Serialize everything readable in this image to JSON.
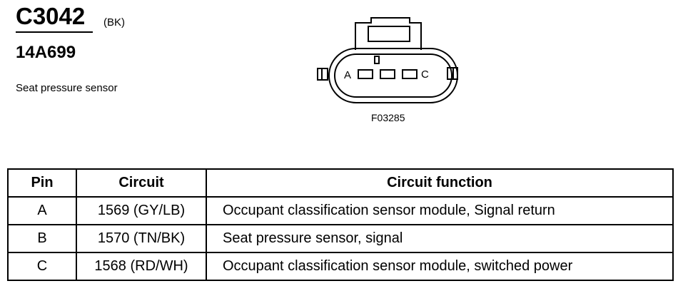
{
  "connector": {
    "id": "C3042",
    "color": "(BK)",
    "part_number": "14A699",
    "description": "Seat pressure sensor",
    "figure_number": "F03285",
    "pin_labels": {
      "left": "A",
      "right": "C"
    }
  },
  "table": {
    "headers": {
      "pin": "Pin",
      "circuit": "Circuit",
      "function": "Circuit function"
    },
    "rows": [
      {
        "pin": "A",
        "circuit": "1569 (GY/LB)",
        "function": "Occupant classification sensor module, Signal return"
      },
      {
        "pin": "B",
        "circuit": "1570 (TN/BK)",
        "function": "Seat pressure sensor, signal"
      },
      {
        "pin": "C",
        "circuit": "1568 (RD/WH)",
        "function": "Occupant classification sensor module, switched power"
      }
    ]
  }
}
